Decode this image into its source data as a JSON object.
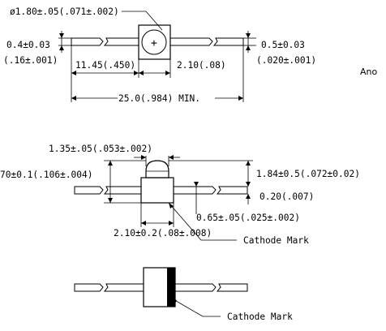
{
  "top_view": {
    "lens_diameter": "ø1.80±.05(.071±.002)",
    "lead_width_mm": "0.4±0.03",
    "lead_width_in": "(.16±.001)",
    "lead_length": "11.45(.450)",
    "body_half": "2.10(.08)",
    "lead_thickness_mm": "0.5±0.03",
    "lead_thickness_in": "(.020±.001)",
    "overall_length": "25.0(.984)  MIN.",
    "side_label": "Ano",
    "center_mark": "+"
  },
  "side_view": {
    "lens_width": "1.35±.05(.053±.002)",
    "body_height": "70±0.1(.106±.004)",
    "total_height": "1.84±0.5(.072±0.02)",
    "lead_gap": "0.20(.007)",
    "lead_dia": "0.65±.05(.025±.002)",
    "body_width": "2.10±0.2(.08±.008)",
    "cathode_label": "Cathode Mark"
  },
  "bottom_view": {
    "cathode_label": "Cathode Mark"
  }
}
